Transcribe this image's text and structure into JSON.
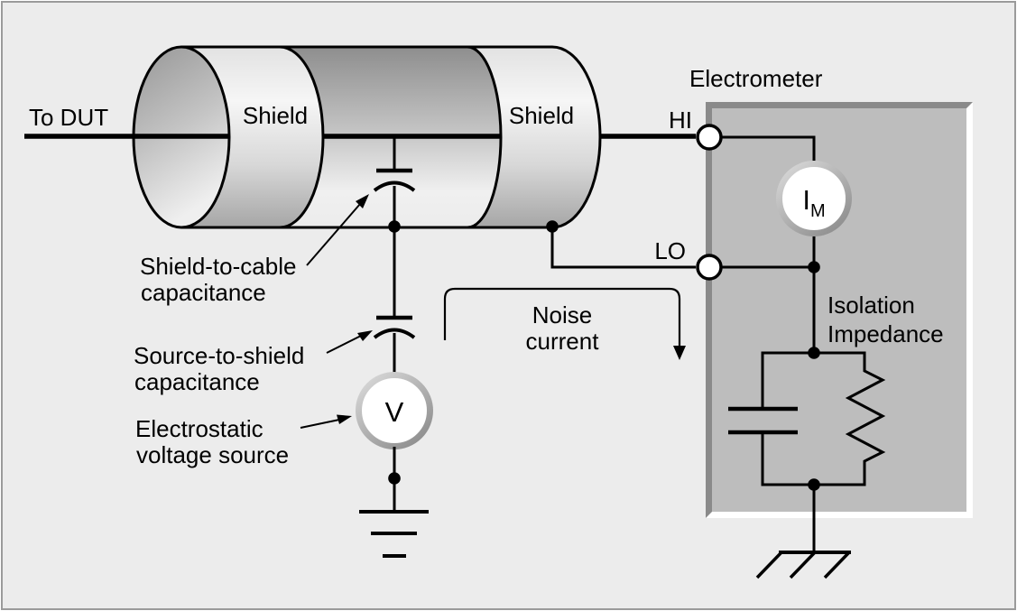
{
  "colors": {
    "background": "#ececec",
    "frame_border": "#9b9b9b",
    "box_fill": "#bdbdbd",
    "box_bevel_dark": "#8a8a8a",
    "box_bevel_light": "#ffffff",
    "line": "#000000",
    "meter_face": "#ffffff"
  },
  "cable": {
    "lead_label": "To DUT",
    "shield_label_left": "Shield",
    "shield_label_right": "Shield"
  },
  "electrometer": {
    "title": "Electrometer",
    "terminal_hi": "HI",
    "terminal_lo": "LO",
    "ammeter_label": "I",
    "ammeter_subscript": "M",
    "isolation_line1": "Isolation",
    "isolation_line2": "Impedance"
  },
  "source": {
    "label": "V"
  },
  "annotations": {
    "shield_to_cable_line1": "Shield-to-cable",
    "shield_to_cable_line2": "capacitance",
    "source_to_shield_line1": "Source-to-shield",
    "source_to_shield_line2": "capacitance",
    "electrostatic_line1": "Electrostatic",
    "electrostatic_line2": "voltage source",
    "noise_line1": "Noise",
    "noise_line2": "current"
  }
}
